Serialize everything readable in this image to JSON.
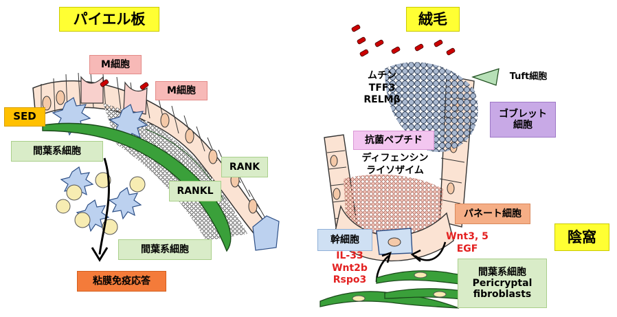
{
  "peyer_title": "パイエル板",
  "villus_title": "絨毛",
  "crypt_title": "陰窩",
  "m_cell_1": "M細胞",
  "m_cell_2": "M細胞",
  "sed": "SED",
  "mesenchymal_1": "間葉系細胞",
  "rank": "RANK",
  "rankl": "RANKL",
  "mesenchymal_2": "間葉系細胞",
  "mucosal_immunity": "粘膜免疫応答",
  "mucin": "ムチン",
  "tff3": "TFF3",
  "relmb": "RELMβ",
  "tuft_cell": "Tuft細胞",
  "goblet_line1": "ゴブレット",
  "goblet_line2": "細胞",
  "antimicrobial": "抗菌ペプチド",
  "defensin": "ディフェンシン",
  "lysozyme": "ライソザイム",
  "paneth_cell": "パネート細胞",
  "stem_cell": "幹細胞",
  "il33": "IL-33",
  "wnt2b": "Wnt2b",
  "rspo3": "Rspo3",
  "wnt35": "Wnt3, 5",
  "egf": "EGF",
  "fibro_line1": "間葉系細胞",
  "fibro_line2": "Pericryptal",
  "fibro_line3": "fibroblasts",
  "colors": {
    "yellow": "#ffff33",
    "pink": "#f7b9b7",
    "orange": "#ffc000",
    "green": "#d9ecc8",
    "deep_orange": "#f47b3a",
    "lavender": "#c8a9e6",
    "label_pink": "#f3c6f0",
    "salmon": "#f5ae86",
    "blue": "#cfe0f3",
    "red_text": "#e32020"
  }
}
